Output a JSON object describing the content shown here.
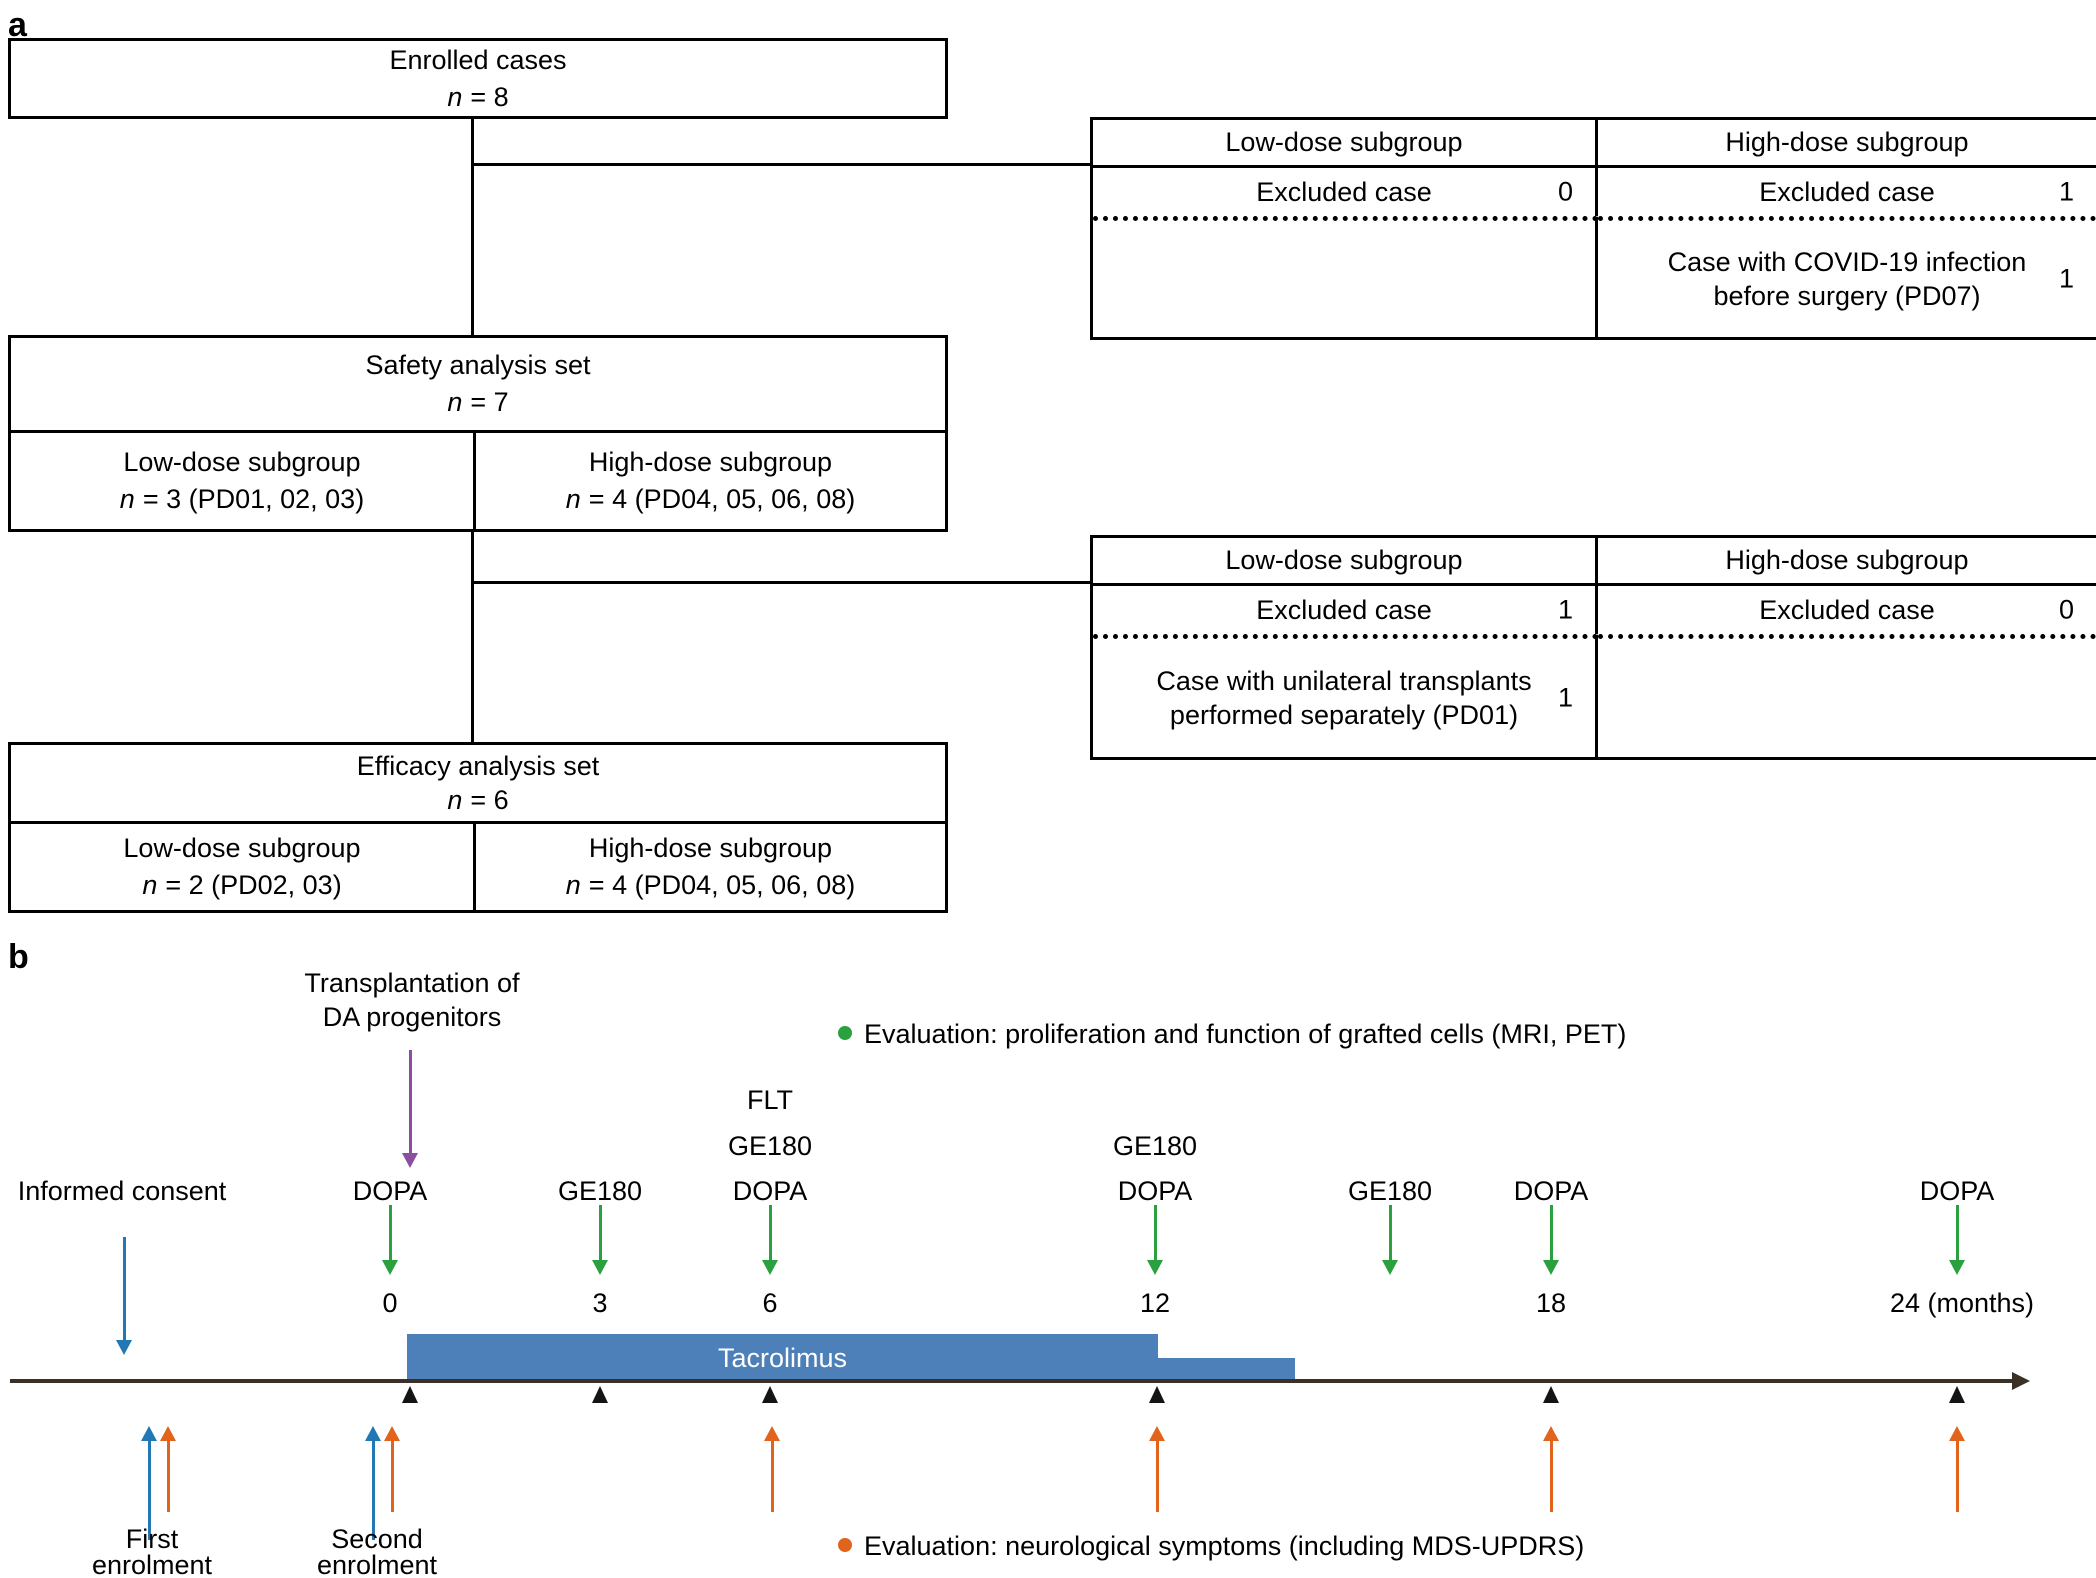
{
  "panel_a": {
    "label": "a",
    "enrolled": {
      "title": "Enrolled cases",
      "n_label": "n",
      "n_value": "= 8"
    },
    "exclusion_table_1": {
      "col1_header": "Low-dose subgroup",
      "col2_header": "High-dose subgroup",
      "col1_excluded_label": "Excluded case",
      "col1_excluded_count": "0",
      "col2_excluded_label": "Excluded case",
      "col2_excluded_count": "1",
      "col2_reason": "Case with COVID-19 infection before surgery (PD07)",
      "col2_reason_count": "1"
    },
    "safety": {
      "title": "Safety analysis set",
      "n_label": "n",
      "n_value": "= 7",
      "low": {
        "title": "Low-dose subgroup",
        "n_label": "n",
        "n_value": "= 3 (PD01, 02, 03)"
      },
      "high": {
        "title": "High-dose subgroup",
        "n_label": "n",
        "n_value": "= 4 (PD04, 05, 06, 08)"
      }
    },
    "exclusion_table_2": {
      "col1_header": "Low-dose subgroup",
      "col2_header": "High-dose subgroup",
      "col1_excluded_label": "Excluded case",
      "col1_excluded_count": "1",
      "col2_excluded_label": "Excluded case",
      "col2_excluded_count": "0",
      "col1_reason": "Case with unilateral transplants performed separately (PD01)",
      "col1_reason_count": "1"
    },
    "efficacy": {
      "title": "Efficacy analysis set",
      "n_label": "n",
      "n_value": "= 6",
      "low": {
        "title": "Low-dose subgroup",
        "n_label": "n",
        "n_value": "= 2 (PD02, 03)"
      },
      "high": {
        "title": "High-dose subgroup",
        "n_label": "n",
        "n_value": "= 4 (PD04, 05, 06, 08)"
      }
    }
  },
  "panel_b": {
    "label": "b",
    "transplant_line1": "Transplantation of",
    "transplant_line2": "DA progenitors",
    "informed_consent": "Informed consent",
    "legend_top": "Evaluation: proliferation and function of grafted cells (MRI, PET)",
    "legend_bottom": "Evaluation: neurological symptoms (including MDS-UPDRS)",
    "stack": {
      "flt": "FLT",
      "ge180_over_6": "GE180",
      "ge180_over_12": "GE180"
    },
    "scans": {
      "dopa_0": "DOPA",
      "ge180_3": "GE180",
      "dopa_6": "DOPA",
      "dopa_12": "DOPA",
      "ge180_15": "GE180",
      "dopa_18": "DOPA",
      "dopa_24": "DOPA"
    },
    "months": {
      "m0": "0",
      "m3": "3",
      "m6": "6",
      "m12": "12",
      "m18": "18",
      "m24": "24 (months)"
    },
    "tacrolimus_label": "Tacrolimus",
    "first_enrolment_line1": "First",
    "first_enrolment_line2": "enrolment",
    "second_enrolment_line1": "Second",
    "second_enrolment_line2": "enrolment",
    "colors": {
      "scan_green": "#2aa13e",
      "enrolment_blue": "#2277b5",
      "evaluation_orange": "#e2631c",
      "transplant_purple": "#8c4fa0",
      "tacrolimus_bar_blue": "#4d7fb9",
      "axis_brown": "#3b3026"
    }
  }
}
